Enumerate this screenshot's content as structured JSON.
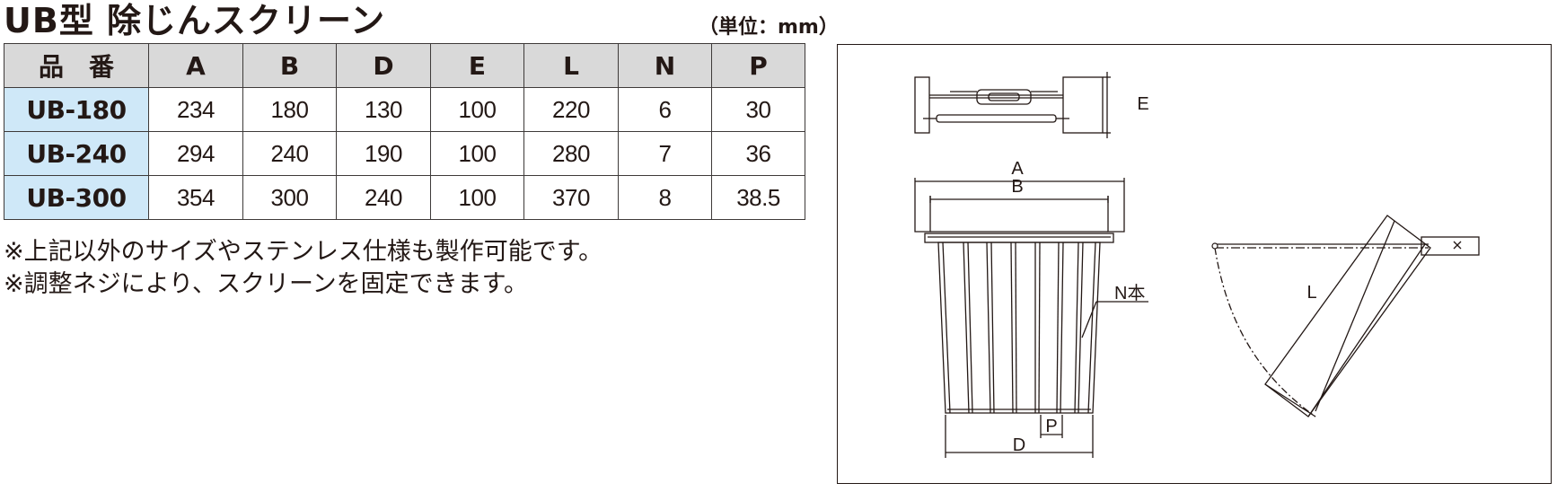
{
  "title": "UB型 除じんスクリーン",
  "unit": "（単位：mm）",
  "table": {
    "headers": [
      "品　番",
      "A",
      "B",
      "D",
      "E",
      "L",
      "N",
      "P"
    ],
    "rows": [
      [
        "UB-180",
        "234",
        "180",
        "130",
        "100",
        "220",
        "6",
        "30"
      ],
      [
        "UB-240",
        "294",
        "240",
        "190",
        "100",
        "280",
        "7",
        "36"
      ],
      [
        "UB-300",
        "354",
        "300",
        "240",
        "100",
        "370",
        "8",
        "38.5"
      ]
    ]
  },
  "notes": [
    "※上記以外のサイズやステンレス仕様も製作可能です。",
    "※調整ネジにより、スクリーンを固定できます。"
  ],
  "diagram": {
    "labels": {
      "a": "A",
      "b": "B",
      "d": "D",
      "e": "E",
      "l": "L",
      "n": "N本",
      "p": "P"
    }
  },
  "colors": {
    "header_bg": "#d9d9d9",
    "model_bg": "#cfe8f8",
    "line": "#231815"
  }
}
